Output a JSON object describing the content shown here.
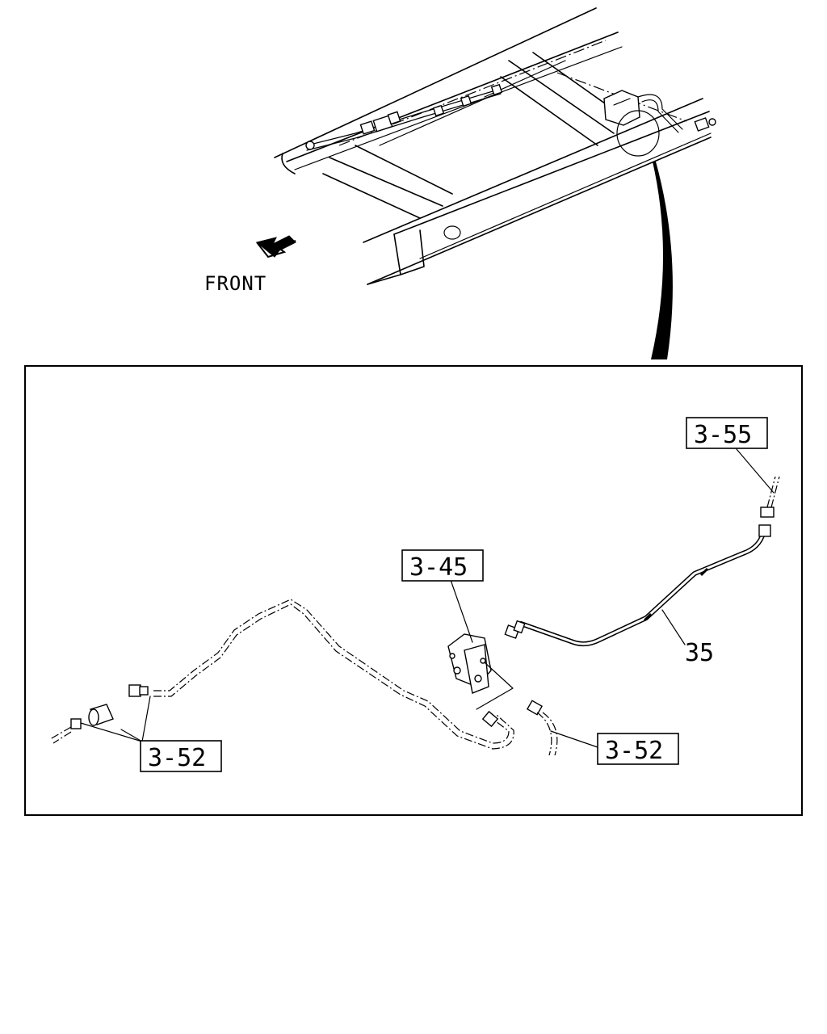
{
  "direction_label": "FRONT",
  "callouts": {
    "ref_3_55": "3-55",
    "ref_3_45": "3-45",
    "part_35": "35",
    "ref_3_52_left": "3-52",
    "ref_3_52_right": "3-52"
  },
  "icons": {
    "direction": "front-arrow-icon"
  }
}
